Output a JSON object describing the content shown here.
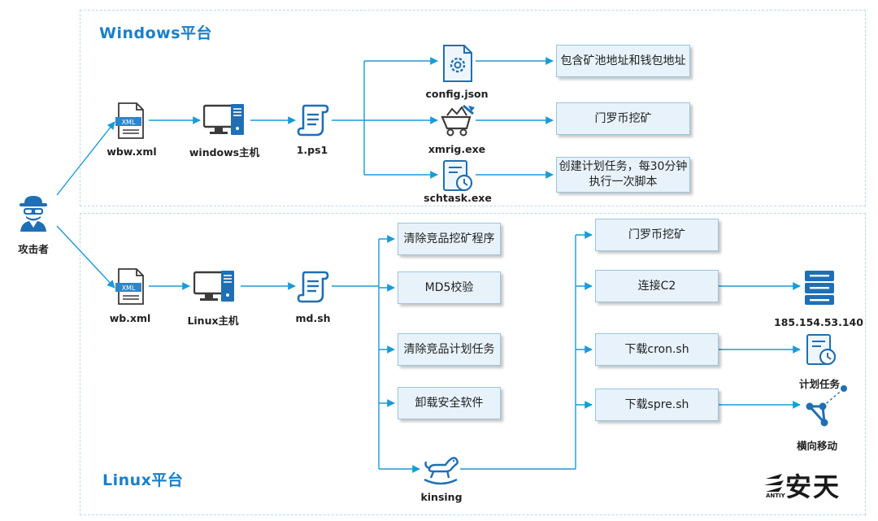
{
  "panels": {
    "windows_title": "Windows平台",
    "linux_title": "Linux平台"
  },
  "nodes": {
    "attacker": "攻击者",
    "wbw_xml": "wbw.xml",
    "windows_host": "windows主机",
    "ps1": "1.ps1",
    "config_json": "config.json",
    "xmrig": "xmrig.exe",
    "schtask": "schtask.exe",
    "wb_xml": "wb.xml",
    "linux_host": "Linux主机",
    "md_sh": "md.sh",
    "kinsing": "kinsing",
    "ip": "185.154.53.140",
    "sched_task": "计划任务",
    "lateral": "横向移动"
  },
  "boxes": {
    "pool_wallet": "包含矿池地址和钱包地址",
    "monero_win": "门罗币挖矿",
    "schtask_desc_1": "创建计划任务，每30分钟",
    "schtask_desc_2": "执行一次脚本",
    "clean_miners": "清除竞品挖矿程序",
    "md5_check": "MD5校验",
    "clean_tasks": "清除竞品计划任务",
    "uninstall_av": "卸载安全软件",
    "monero_linux": "门罗币挖矿",
    "connect_c2": "连接C2",
    "download_cron": "下载cron.sh",
    "download_spre": "下载spre.sh"
  },
  "logo": {
    "cn": "安天",
    "en": "ANTIY"
  },
  "colors": {
    "accent": "#1a9bd7",
    "title": "#1a7fc9",
    "box_fill": "#e7f2fa",
    "icon_gray": "#3b3b3b",
    "icon_blue": "#1f6fb5"
  }
}
